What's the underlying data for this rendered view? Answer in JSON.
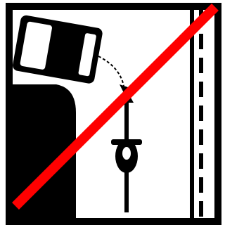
{
  "sign": {
    "kind": "prohibition",
    "depicts": [
      "car",
      "bicycle",
      "lane-divider",
      "curb",
      "motion-arrow"
    ],
    "colors": {
      "background": "#ffffff",
      "ink": "#000000",
      "slash": "#ff0000"
    }
  }
}
